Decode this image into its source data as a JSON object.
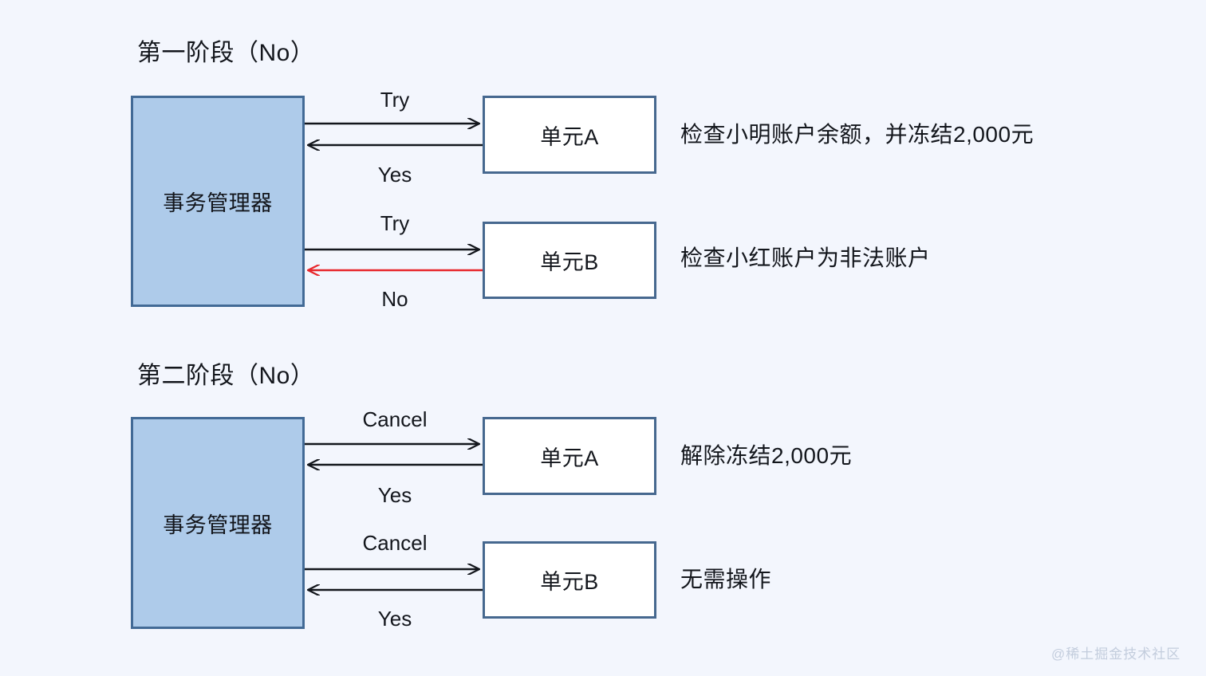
{
  "background_color": "#f3f6fd",
  "colors": {
    "coordinator_fill": "#aecbea",
    "coordinator_border": "#426a96",
    "participant_fill": "#ffffff",
    "participant_border": "#46688f",
    "arrow_default": "#13161c",
    "arrow_failure": "#e8262b",
    "text": "#13161c",
    "watermark": "#c3cddd"
  },
  "phases": [
    {
      "title": "第一阶段（No）",
      "coordinator": {
        "label": "事务管理器"
      },
      "flows": [
        {
          "participant": "单元A",
          "request_label": "Try",
          "response_label": "Yes",
          "response_status": "success",
          "note": "检查小明账户余额，并冻结2,000元"
        },
        {
          "participant": "单元B",
          "request_label": "Try",
          "response_label": "No",
          "response_status": "failure",
          "note": "检查小红账户为非法账户"
        }
      ]
    },
    {
      "title": "第二阶段（No）",
      "coordinator": {
        "label": "事务管理器"
      },
      "flows": [
        {
          "participant": "单元A",
          "request_label": "Cancel",
          "response_label": "Yes",
          "response_status": "success",
          "note": "解除冻结2,000元"
        },
        {
          "participant": "单元B",
          "request_label": "Cancel",
          "response_label": "Yes",
          "response_status": "success",
          "note": "无需操作"
        }
      ]
    }
  ],
  "watermark": "@稀土掘金技术社区"
}
